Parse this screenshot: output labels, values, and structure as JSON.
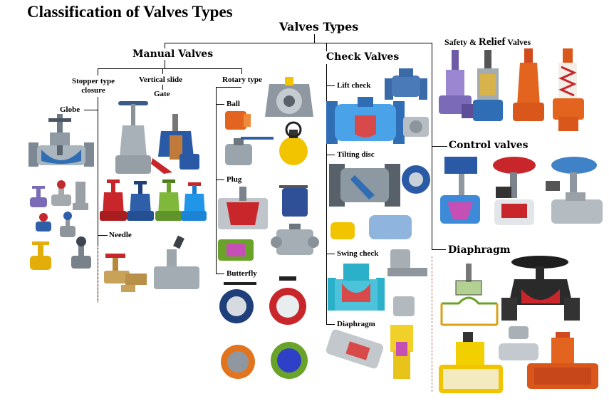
{
  "title": "Classification of Valves Types",
  "root": "Valves Types",
  "categories": {
    "manual": "Manual Valves",
    "check": "Check Valves",
    "safety_prefix": "Safety & ",
    "safety_relief": "Relief",
    "safety_suffix": " Valves",
    "control": "Control valves",
    "diaphragm": "Diaphragm"
  },
  "manual": {
    "stopper_line1": "Stopper type",
    "stopper_line2": "closure",
    "vertical_line1": "Vertical slide",
    "vertical_line2": "Gate",
    "rotary": "Rotary type",
    "globe": "Globe",
    "needle": "Needle",
    "ball": "Ball",
    "plug": "Plug",
    "butterfly": "Butterfly"
  },
  "check": {
    "lift": "Lift check",
    "tilting": "Tilting disc",
    "swing": "Swing check",
    "diaphragm": "Diaphragm"
  },
  "colors": {
    "steel": "#9aa4ad",
    "blue": "#2f5fa8",
    "red": "#c8262a",
    "yellow": "#f2c400",
    "green": "#6aa32a",
    "orange": "#e2641e",
    "purple": "#7a6ab8"
  }
}
